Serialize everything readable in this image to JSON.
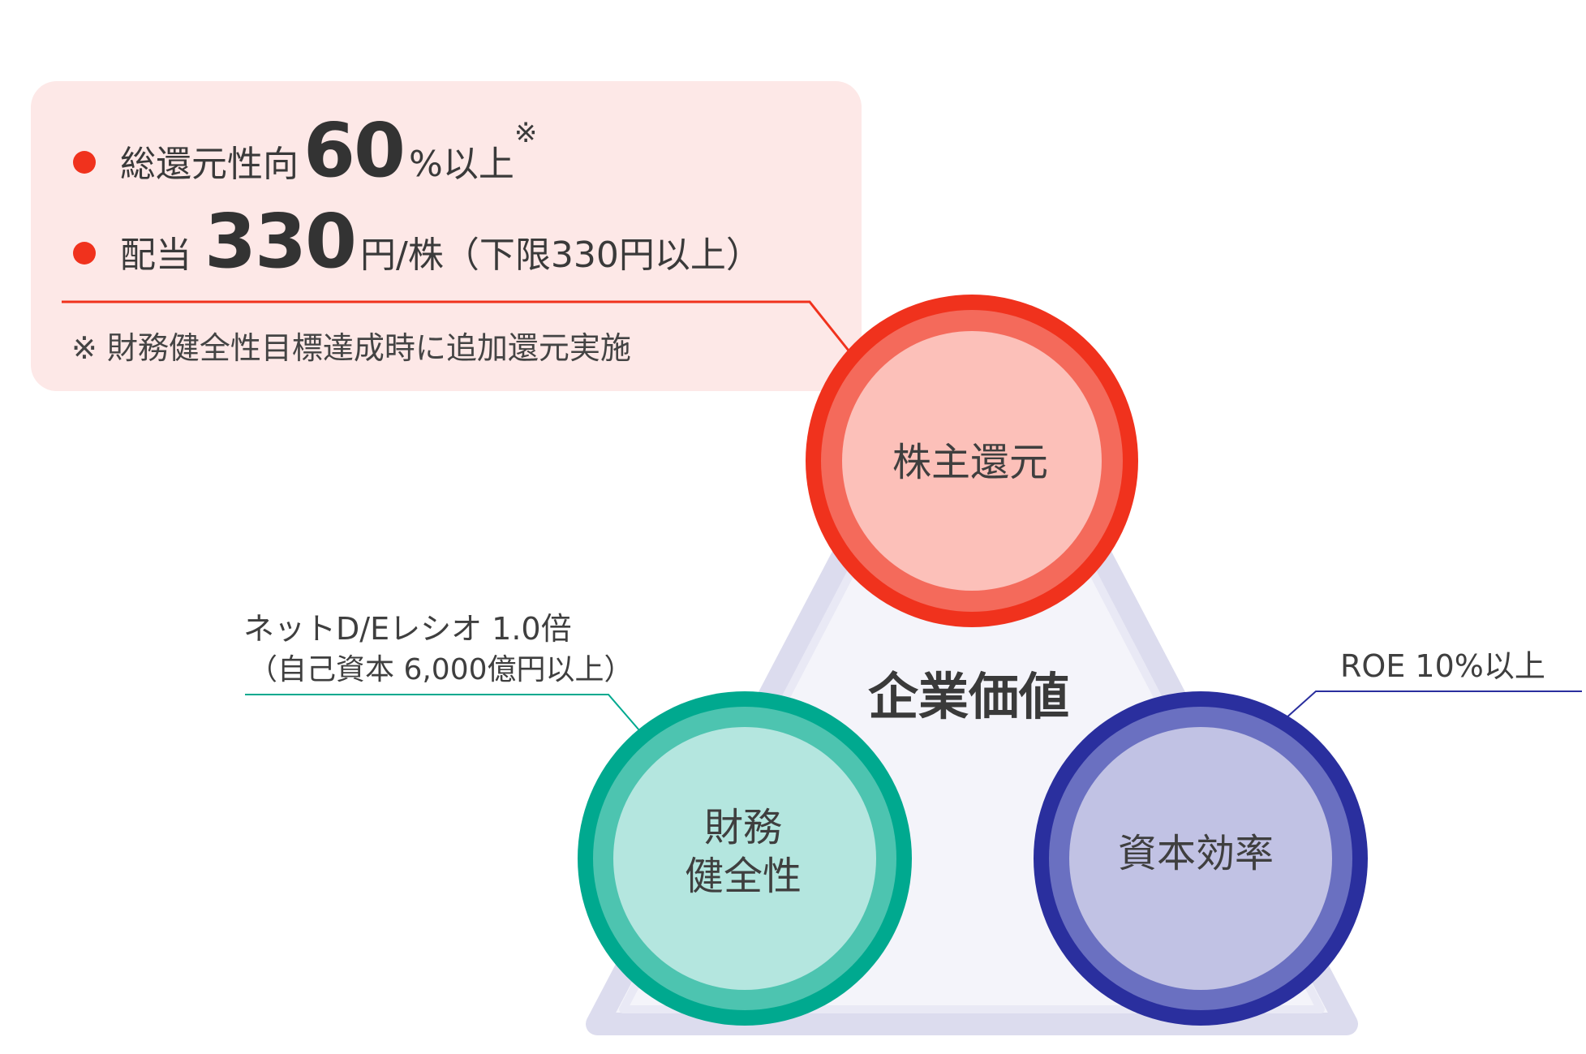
{
  "callout": {
    "row1": {
      "label": "総還元性向",
      "number": "60",
      "suffix": "%以上",
      "mark": "※"
    },
    "row2": {
      "label": "配当",
      "number": "330",
      "suffix": "円/株（下限330円以上）"
    },
    "footnote": "※ 財務健全性目標達成時に追加還元実施"
  },
  "center": {
    "title": "企業価値"
  },
  "nodes": {
    "shareholder_return": {
      "label": "株主還元"
    },
    "financial_soundness": {
      "label_line1": "財務",
      "label_line2": "健全性",
      "kpi_line1": "ネットD/Eレシオ 1.0倍",
      "kpi_line2": "（自己資本 6,000億円以上）"
    },
    "capital_efficiency": {
      "label": "資本効率",
      "kpi": "ROE 10%以上"
    }
  },
  "colors": {
    "callout_bg": "#fde8e7",
    "bullet": "#f0321d",
    "triangle_fill": "#f4f4fa",
    "triangle_border": "#dcdcee",
    "red_outer": "#f0321d",
    "red_mid": "#f46a5b",
    "red_inner": "#fcc0b9",
    "green_outer": "#00a98f",
    "green_mid": "#4dc4b0",
    "green_inner": "#b4e6df",
    "navy_outer": "#2a2f9e",
    "navy_mid": "#6a70c1",
    "navy_inner": "#c1c2e4"
  }
}
